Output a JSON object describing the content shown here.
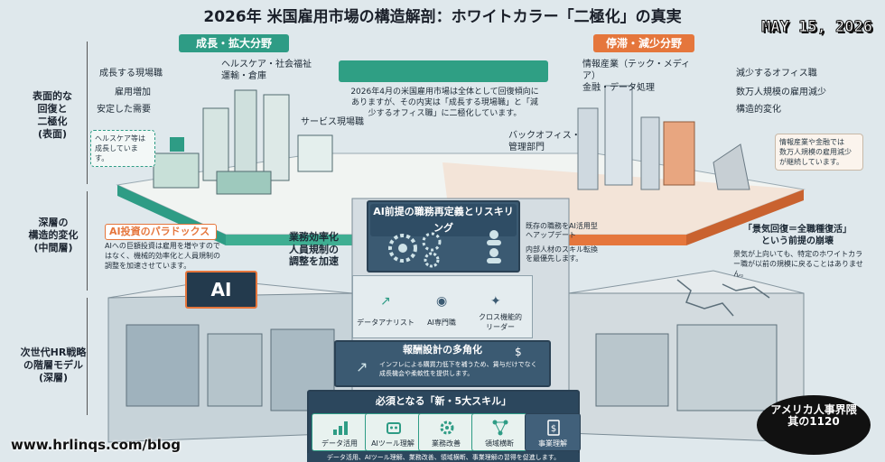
{
  "title": "2026年 米国雇用市場の構造解剖：ホワイトカラー「二極化」の真実",
  "date": "MAY 15, 2026",
  "growth_header": "成長・拡大分野",
  "decline_header": "停滞・減少分野",
  "intro_text": "2026年4月の米国雇用市場は全体として回復傾向にありますが、その内実は「成長する現場職」と「減少するオフィス職」に二極化しています。",
  "side_labels": {
    "surface": "表面的な\n回復と\n二極化\n(表面)",
    "middle": "深層の\n構造的変化\n(中間層)",
    "deep": "次世代HR戦略\nの階層モデル\n(深層)"
  },
  "growth_labels": [
    "成長する現場職",
    "雇用増加",
    "安定した需要"
  ],
  "healthcare_label": "ヘルスケア・社会福祉\n運輸・倉庫",
  "service_label": "サービス現場職",
  "healthcare_callout": "ヘルスケア等は\n成長しています。",
  "info_label": "情報産業（テック・メディア）\n金融・データ処理",
  "backoffice_label": "バックオフィス・\n管理部門",
  "decline_labels": [
    "減少するオフィス職",
    "数万人規模の雇用減少",
    "構造的変化"
  ],
  "info_callout": "情報産業や金融では\n数万人規模の雇用減少\nが継続しています。",
  "ai_paradox_title": "AI投資のパラドックス",
  "ai_paradox_text": "AIへの巨額投資は雇用を増やすのではなく、機械的効率化と人員規制の調整を加速させています。",
  "ai_effects": [
    "業務効率化",
    "人員規制の\n調整を加速"
  ],
  "chip_label": "AI",
  "reskill_title": "AI前提の職務再定義とリスキリング",
  "reskill_points": [
    "既存の職務をAI活用型\nへアップデート",
    "内部人材のスキル転換\nを最優先します。"
  ],
  "roles": [
    "データアナリスト",
    "AI専門職",
    "クロス機能的\nリーダー"
  ],
  "recovery_title": "「景気回復＝全職種復活」\nという前提の崩壊",
  "recovery_text": "景気が上向いても、特定のホワイトカラー職が以前の規模に戻ることはありません。",
  "reward_title": "報酬設計の多角化",
  "reward_text": "インフレによる購買力低下を補うため、賃与だけでなく成長機会や柔軟性を提供します。",
  "skills_title": "必須となる「新・5大スキル」",
  "skills": [
    "データ活用",
    "AIツール理解",
    "業務改善",
    "領域横断",
    "事業理解"
  ],
  "skills_footer": "データ活用、AIツール理解、業務改善、領域横断、事業理解の習得を促進します。",
  "url": "www.hrlinqs.com/blog",
  "badge": "アメリカ人事界隈\n其の1120",
  "colors": {
    "green": "#2e9c85",
    "orange": "#e5763c",
    "navy": "#3b5a72",
    "background": "#dfe8ec"
  }
}
